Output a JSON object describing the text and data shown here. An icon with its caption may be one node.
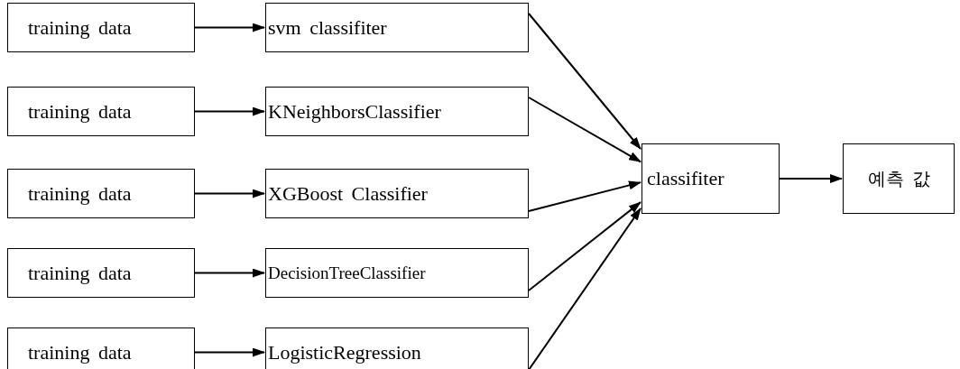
{
  "diagram": {
    "nodes": [
      {
        "text": [
          "training data"
        ]
      },
      {
        "text": [
          "svm classifiter"
        ]
      },
      {
        "text": [
          "training data"
        ]
      },
      {
        "text": [
          "KNeighborsClassifier"
        ]
      },
      {
        "text": [
          "training data"
        ]
      },
      {
        "text": [
          "XGBoost Classifier"
        ]
      },
      {
        "text": [
          "training data"
        ]
      },
      {
        "text": [
          "DecisionTreeClassifier"
        ]
      },
      {
        "text": [
          "training data"
        ]
      },
      {
        "text": [
          "LogisticRegression"
        ]
      },
      {
        "text": [
          "classifiter"
        ]
      },
      {
        "text": [
          "예측 값"
        ]
      }
    ],
    "edges": [
      {
        "from": 0,
        "to": 1,
        "arrow": "to"
      },
      {
        "from": 2,
        "to": 3,
        "arrow": "to"
      },
      {
        "from": 4,
        "to": 5,
        "arrow": "to"
      },
      {
        "from": 6,
        "to": 7,
        "arrow": "to"
      },
      {
        "from": 8,
        "to": 9,
        "arrow": "to"
      },
      {
        "from": 1,
        "to": 10,
        "arrow": "to"
      },
      {
        "from": 3,
        "to": 10,
        "arrow": "to"
      },
      {
        "from": 5,
        "to": 10,
        "arrow": "to"
      },
      {
        "from": 7,
        "to": 10,
        "arrow": "to"
      },
      {
        "from": 9,
        "to": 10,
        "arrow": "to"
      },
      {
        "from": 10,
        "to": 11,
        "arrow": "to"
      }
    ]
  }
}
